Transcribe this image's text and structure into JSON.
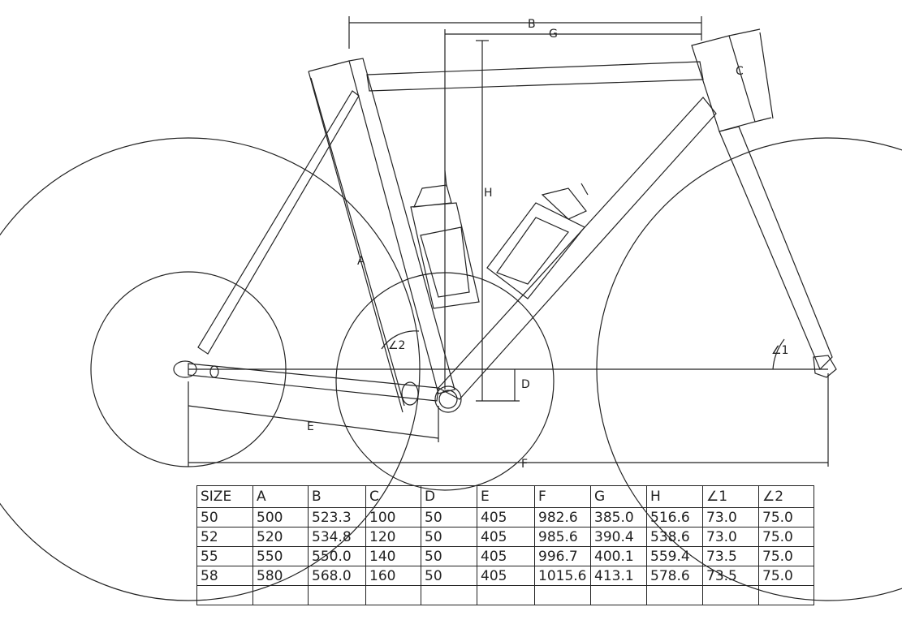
{
  "labels": {
    "a": "A",
    "b": "B",
    "c": "C",
    "d": "D",
    "e": "E",
    "f": "F",
    "g": "G",
    "h": "H",
    "angle1": "∠1",
    "angle2": "∠2"
  },
  "geometry_table": {
    "headers": [
      "SIZE",
      "A",
      "B",
      "C",
      "D",
      "E",
      "F",
      "G",
      "H",
      "∠1",
      "∠2"
    ],
    "rows": [
      [
        "50",
        "500",
        "523.3",
        "100",
        "50",
        "405",
        "982.6",
        "385.0",
        "516.6",
        "73.0",
        "75.0"
      ],
      [
        "52",
        "520",
        "534.8",
        "120",
        "50",
        "405",
        "985.6",
        "390.4",
        "538.6",
        "73.0",
        "75.0"
      ],
      [
        "55",
        "550",
        "550.0",
        "140",
        "50",
        "405",
        "996.7",
        "400.1",
        "559.4",
        "73.5",
        "75.0"
      ],
      [
        "58",
        "580",
        "568.0",
        "160",
        "50",
        "405",
        "1015.6",
        "413.1",
        "578.6",
        "73.5",
        "75.0"
      ],
      [
        "",
        "",
        "",
        "",
        "",
        "",
        "",
        "",
        "",
        "",
        ""
      ]
    ]
  },
  "colors": {
    "line": "#222222",
    "background": "#ffffff"
  }
}
